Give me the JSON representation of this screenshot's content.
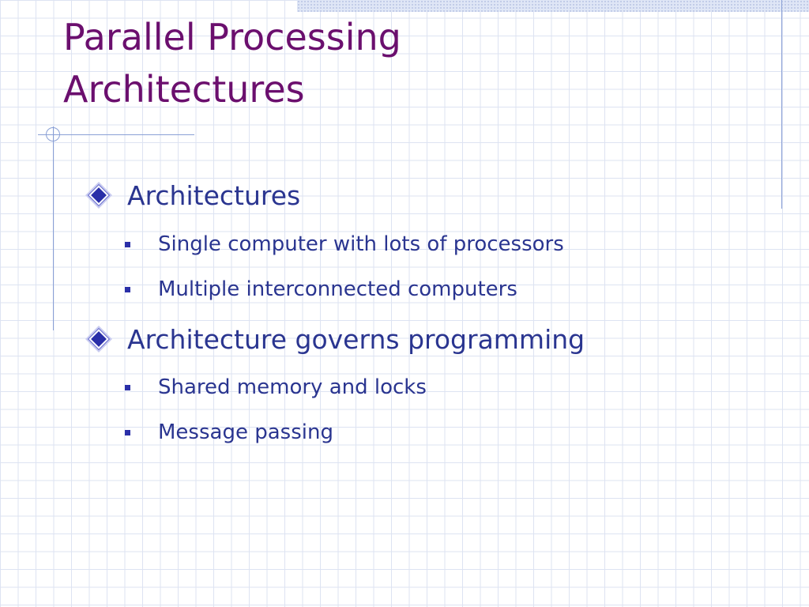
{
  "slide": {
    "title_line1": "Parallel Processing",
    "title_line2": "Architectures",
    "colors": {
      "title": "#6b0f6e",
      "body_text": "#2a3590",
      "bullet": "#2a2fa8",
      "grid": "#dde3f2",
      "rules": "#8aa0d6"
    },
    "bullets": [
      {
        "text": "Architectures",
        "sub": [
          "Single computer with lots of processors",
          "Multiple interconnected computers"
        ]
      },
      {
        "text": "Architecture governs programming",
        "sub": [
          "Shared memory and locks",
          "Message passing"
        ]
      }
    ]
  }
}
